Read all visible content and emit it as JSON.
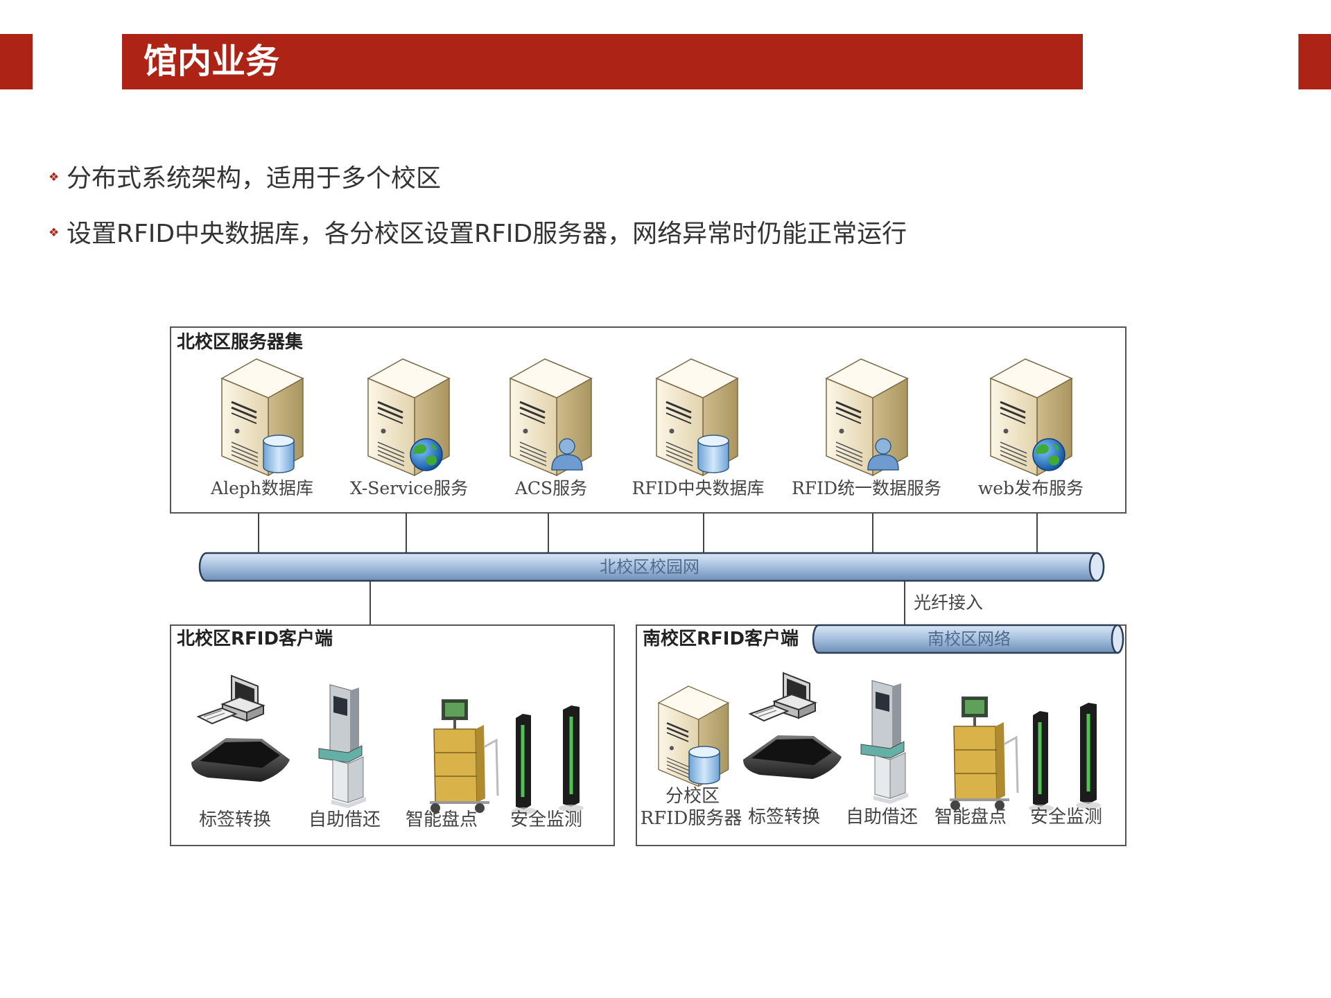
{
  "header": {
    "title": "馆内业务",
    "accent_color": "#ad2417"
  },
  "bullets": [
    "分布式系统架构，适用于多个校区",
    "设置RFID中央数据库，各分校区设置RFID服务器，网络异常时仍能正常运行"
  ],
  "diagram": {
    "north_servers": {
      "title": "北校区服务器集",
      "items": [
        {
          "label": "Aleph数据库",
          "icon": "server-database-icon"
        },
        {
          "label": "X-Service服务",
          "icon": "server-globe-icon"
        },
        {
          "label": "ACS服务",
          "icon": "server-user-icon"
        },
        {
          "label": "RFID中央数据库",
          "icon": "server-database-icon"
        },
        {
          "label": "RFID统一数据服务",
          "icon": "server-user-icon"
        },
        {
          "label": "web发布服务",
          "icon": "server-globe-icon"
        }
      ]
    },
    "campus_network": "北校区校园网",
    "fiber_label": "光纤接入",
    "north_clients": {
      "title": "北校区RFID客户端",
      "items": [
        {
          "label": "标签转换",
          "icon": "computer-pad-icon"
        },
        {
          "label": "自助借还",
          "icon": "kiosk-icon"
        },
        {
          "label": "智能盘点",
          "icon": "inventory-cart-icon"
        },
        {
          "label": "安全监测",
          "icon": "security-gate-icon"
        }
      ]
    },
    "south_clients": {
      "title": "南校区RFID客户端",
      "network": "南校区网络",
      "server_label_line1": "分校区",
      "server_label_line2": "RFID服务器",
      "items": [
        {
          "label": "标签转换",
          "icon": "computer-pad-icon"
        },
        {
          "label": "自助借还",
          "icon": "kiosk-icon"
        },
        {
          "label": "智能盘点",
          "icon": "inventory-cart-icon"
        },
        {
          "label": "安全监测",
          "icon": "security-gate-icon"
        }
      ]
    },
    "colors": {
      "pipe_fill": "#a9c3e0",
      "pipe_stroke": "#2b3d57",
      "box_stroke": "#555555",
      "server_body": "#e8dcc0",
      "database": "#a8cdec",
      "globe": "#2e7bc7"
    }
  }
}
